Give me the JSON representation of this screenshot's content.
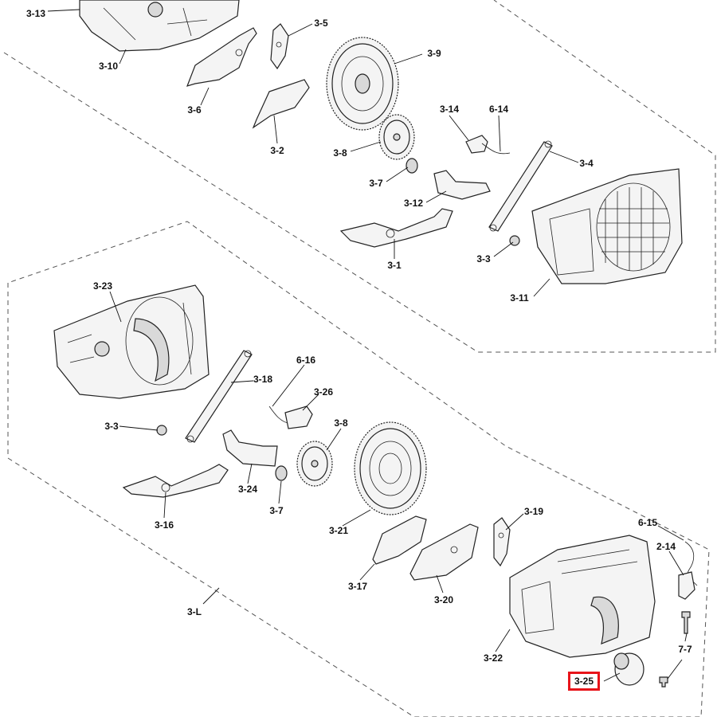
{
  "labels": {
    "p3_13": "3-13",
    "p3_10": "3-10",
    "p3_5": "3-5",
    "p3_6": "3-6",
    "p3_2": "3-2",
    "p3_9": "3-9",
    "p3_14": "3-14",
    "p6_14": "6-14",
    "p3_8a": "3-8",
    "p3_4": "3-4",
    "p3_7a": "3-7",
    "p3_12": "3-12",
    "p3_3a": "3-3",
    "p3_1": "3-1",
    "p3_11": "3-11",
    "p3_23": "3-23",
    "p3_18": "3-18",
    "p6_16": "6-16",
    "p3_26": "3-26",
    "p3_3b": "3-3",
    "p3_8b": "3-8",
    "p3_24": "3-24",
    "p3_16": "3-16",
    "p3_7b": "3-7",
    "p3_21": "3-21",
    "p3_19": "3-19",
    "p6_15": "6-15",
    "p2_14": "2-14",
    "p3_17": "3-17",
    "p3_20": "3-20",
    "p3_L": "3-L",
    "p3_22": "3-22",
    "p7_7": "7-7",
    "p3_25": "3-25"
  },
  "highlight": {
    "label": "3-25",
    "color": "#e8141a"
  }
}
